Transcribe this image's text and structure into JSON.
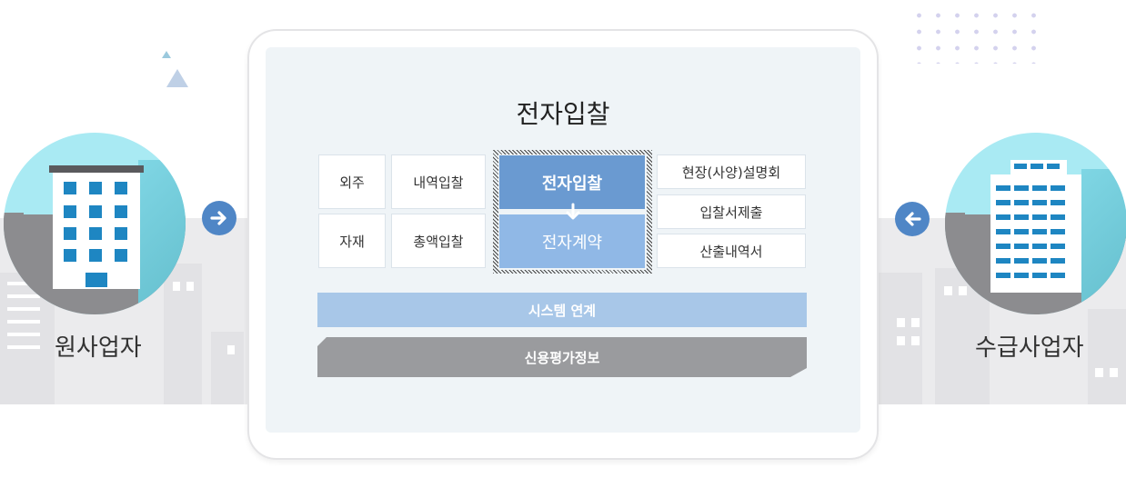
{
  "title": "전자입찰",
  "actors": {
    "left": "원사업자",
    "right": "수급사업자"
  },
  "left_grid": [
    {
      "category": "외주",
      "type": "내역입찰"
    },
    {
      "category": "자재",
      "type": "총액입찰"
    }
  ],
  "center": {
    "top": "전자입찰",
    "bottom": "전자계약"
  },
  "right_items": [
    "현장(사양)설명회",
    "입찰서제출",
    "산출내역서"
  ],
  "bars": {
    "system": "시스템 연계",
    "credit": "신용평가정보"
  },
  "icons": {
    "left_arrow": "arrow-right-icon",
    "right_arrow": "arrow-left-icon",
    "center_arrow": "arrow-down-icon"
  },
  "colors": {
    "accent_blue": "#6a9ad1",
    "light_blue": "#90b8e6",
    "bar_blue": "#a8c7e8",
    "bar_gray": "#9a9b9e"
  }
}
